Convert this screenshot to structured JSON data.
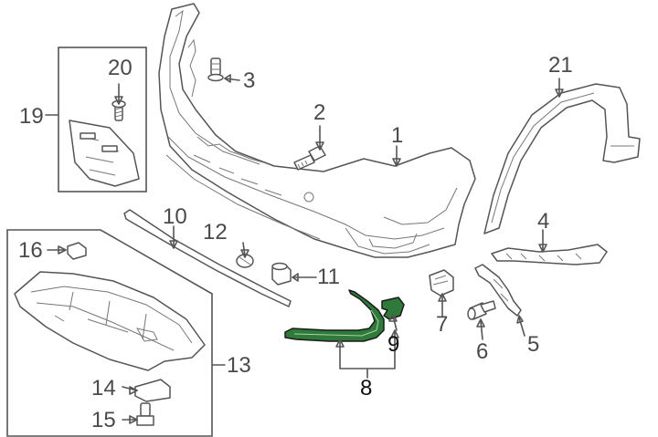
{
  "colors": {
    "line": "#555555",
    "label": "#4a4a4a",
    "highlight": "#2f7a3b",
    "background": "#ffffff"
  },
  "callouts": [
    {
      "id": "1",
      "text": "1"
    },
    {
      "id": "2",
      "text": "2"
    },
    {
      "id": "3",
      "text": "3"
    },
    {
      "id": "4",
      "text": "4"
    },
    {
      "id": "5",
      "text": "5"
    },
    {
      "id": "6",
      "text": "6"
    },
    {
      "id": "7",
      "text": "7"
    },
    {
      "id": "8",
      "text": "8"
    },
    {
      "id": "9",
      "text": "9"
    },
    {
      "id": "10",
      "text": "10"
    },
    {
      "id": "11",
      "text": "11"
    },
    {
      "id": "12",
      "text": "12"
    },
    {
      "id": "13",
      "text": "13"
    },
    {
      "id": "14",
      "text": "14"
    },
    {
      "id": "15",
      "text": "15"
    },
    {
      "id": "16",
      "text": "16"
    },
    {
      "id": "19",
      "text": "19"
    },
    {
      "id": "20",
      "text": "20"
    },
    {
      "id": "21",
      "text": "21"
    }
  ],
  "highlighted_parts": [
    "8",
    "9"
  ]
}
